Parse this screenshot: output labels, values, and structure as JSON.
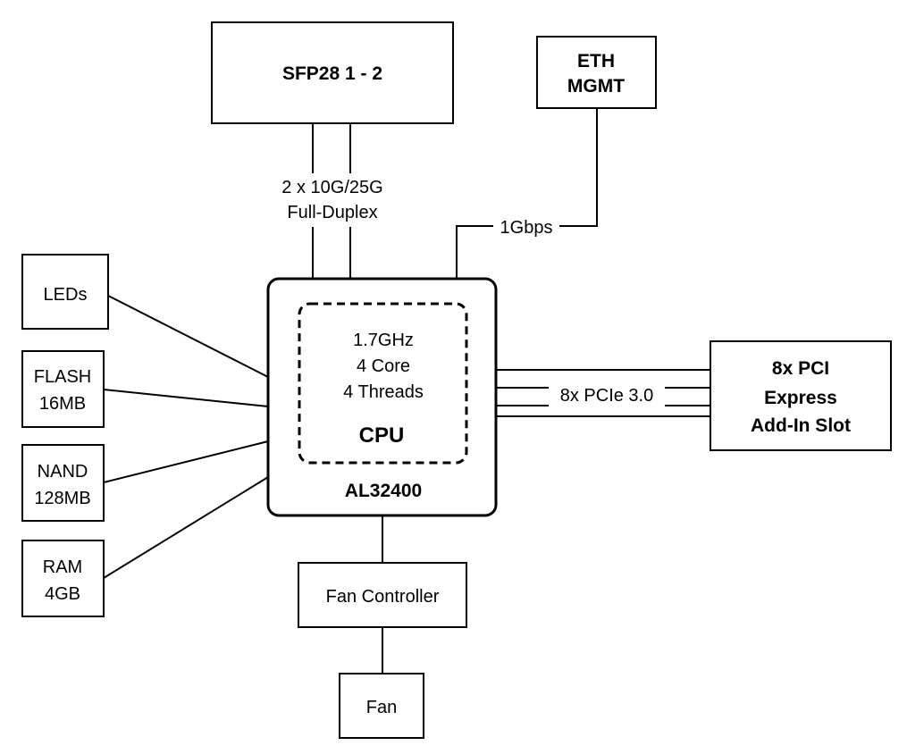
{
  "sfp": {
    "label": "SFP28 1 - 2"
  },
  "eth": {
    "line1": "ETH",
    "line2": "MGMT"
  },
  "sfp_link": {
    "line1": "2 x 10G/25G",
    "line2": "Full-Duplex"
  },
  "eth_link": {
    "label": "1Gbps"
  },
  "cpu": {
    "freq": "1.7GHz",
    "cores": "4 Core",
    "threads": "4 Threads",
    "label": "CPU",
    "model": "AL32400"
  },
  "leds": {
    "label": "LEDs"
  },
  "flash": {
    "line1": "FLASH",
    "line2": "16MB"
  },
  "nand": {
    "line1": "NAND",
    "line2": "128MB"
  },
  "ram": {
    "line1": "RAM",
    "line2": "4GB"
  },
  "pci": {
    "line1": "8x PCI",
    "line2": "Express",
    "line3": "Add-In Slot"
  },
  "pcie_link": {
    "label": "8x PCIe 3.0"
  },
  "fan_controller": {
    "label": "Fan Controller"
  },
  "fan": {
    "label": "Fan"
  }
}
